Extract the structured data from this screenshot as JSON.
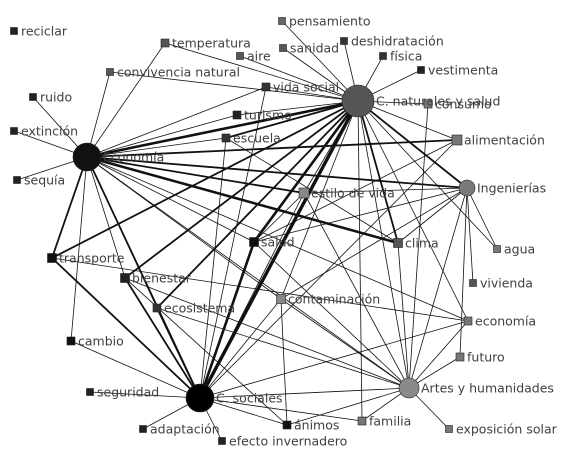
{
  "nodes": [
    {
      "id": "reciclar",
      "label": "reciclar",
      "kind": "term",
      "shade": "#222222"
    },
    {
      "id": "temperatura",
      "label": "temperatura",
      "kind": "term",
      "shade": "#555555"
    },
    {
      "id": "pensamiento",
      "label": "pensamiento",
      "kind": "term",
      "shade": "#666666"
    },
    {
      "id": "deshidratacion",
      "label": "deshidratación",
      "kind": "term",
      "shade": "#333333"
    },
    {
      "id": "sanidad",
      "label": "sanidad",
      "kind": "term",
      "shade": "#555555"
    },
    {
      "id": "aire",
      "label": "aire",
      "kind": "term",
      "shade": "#555555"
    },
    {
      "id": "fisica",
      "label": "física",
      "kind": "term",
      "shade": "#333333"
    },
    {
      "id": "vestimenta",
      "label": "vestimenta",
      "kind": "term",
      "shade": "#222222"
    },
    {
      "id": "convivencia",
      "label": "convivencia natural",
      "kind": "term",
      "shade": "#555555"
    },
    {
      "id": "vidasocial",
      "label": "vida social",
      "kind": "term",
      "shade": "#333333"
    },
    {
      "id": "cnaturales",
      "label": "C. naturales y salud",
      "kind": "hub",
      "shade": "#555555"
    },
    {
      "id": "consumo",
      "label": "consumo",
      "kind": "term",
      "shade": "#777777"
    },
    {
      "id": "ruido",
      "label": "ruido",
      "kind": "term",
      "shade": "#222222"
    },
    {
      "id": "turismo",
      "label": "turismo",
      "kind": "term",
      "shade": "#222222"
    },
    {
      "id": "extincion",
      "label": "extinción",
      "kind": "term",
      "shade": "#222222"
    },
    {
      "id": "escuela",
      "label": "escuela",
      "kind": "term",
      "shade": "#333333"
    },
    {
      "id": "alimentacion",
      "label": "alimentación",
      "kind": "term",
      "shade": "#777777"
    },
    {
      "id": "economia_hub",
      "label": "Economía",
      "kind": "hub",
      "shade": "#111111"
    },
    {
      "id": "sequia",
      "label": "sequía",
      "kind": "term",
      "shade": "#222222"
    },
    {
      "id": "ingenierias",
      "label": "Ingenierías",
      "kind": "hub",
      "shade": "#7a7a7a"
    },
    {
      "id": "estilovida",
      "label": "estilo de vida",
      "kind": "term",
      "shade": "#888888"
    },
    {
      "id": "salud",
      "label": "salud",
      "kind": "term",
      "shade": "#111111"
    },
    {
      "id": "clima",
      "label": "clima",
      "kind": "term",
      "shade": "#555555"
    },
    {
      "id": "agua",
      "label": "agua",
      "kind": "term",
      "shade": "#777777"
    },
    {
      "id": "transporte",
      "label": "transporte",
      "kind": "term",
      "shade": "#111111"
    },
    {
      "id": "bienestar",
      "label": "bienestar",
      "kind": "term",
      "shade": "#222222"
    },
    {
      "id": "vivienda",
      "label": "vivienda",
      "kind": "term",
      "shade": "#555555"
    },
    {
      "id": "contaminacion",
      "label": "contaminación",
      "kind": "term",
      "shade": "#888888"
    },
    {
      "id": "ecosistema",
      "label": "ecosistema",
      "kind": "term",
      "shade": "#333333"
    },
    {
      "id": "economia_term",
      "label": "economía",
      "kind": "term",
      "shade": "#777777"
    },
    {
      "id": "cambio",
      "label": "cambio",
      "kind": "term",
      "shade": "#111111"
    },
    {
      "id": "futuro",
      "label": "futuro",
      "kind": "term",
      "shade": "#777777"
    },
    {
      "id": "seguridad",
      "label": "seguridad",
      "kind": "term",
      "shade": "#222222"
    },
    {
      "id": "csociales",
      "label": "C. sociales",
      "kind": "hub",
      "shade": "#000000"
    },
    {
      "id": "artes",
      "label": "Artes y humanidades",
      "kind": "hub",
      "shade": "#8a8a8a"
    },
    {
      "id": "animos",
      "label": "ánimos",
      "kind": "term",
      "shade": "#111111"
    },
    {
      "id": "familia",
      "label": "familia",
      "kind": "term",
      "shade": "#777777"
    },
    {
      "id": "adaptacion",
      "label": "adaptación",
      "kind": "term",
      "shade": "#222222"
    },
    {
      "id": "exposicion",
      "label": "exposición solar",
      "kind": "term",
      "shade": "#777777"
    },
    {
      "id": "efecto",
      "label": "efecto invernadero",
      "kind": "term",
      "shade": "#222222"
    }
  ],
  "edges": [
    {
      "from": "cnaturales",
      "to": "csociales",
      "weight": 4
    },
    {
      "from": "cnaturales",
      "to": "economia_hub",
      "weight": 3
    },
    {
      "from": "cnaturales",
      "to": "salud",
      "weight": 3
    },
    {
      "from": "cnaturales",
      "to": "escuela",
      "weight": 2
    },
    {
      "from": "cnaturales",
      "to": "temperatura",
      "weight": 1
    },
    {
      "from": "cnaturales",
      "to": "pensamiento",
      "weight": 1
    },
    {
      "from": "cnaturales",
      "to": "deshidratacion",
      "weight": 1
    },
    {
      "from": "cnaturales",
      "to": "sanidad",
      "weight": 1
    },
    {
      "from": "cnaturales",
      "to": "aire",
      "weight": 1
    },
    {
      "from": "cnaturales",
      "to": "fisica",
      "weight": 1
    },
    {
      "from": "cnaturales",
      "to": "vestimenta",
      "weight": 1
    },
    {
      "from": "cnaturales",
      "to": "convivencia",
      "weight": 1
    },
    {
      "from": "cnaturales",
      "to": "vidasocial",
      "weight": 1
    },
    {
      "from": "cnaturales",
      "to": "consumo",
      "weight": 1
    },
    {
      "from": "cnaturales",
      "to": "turismo",
      "weight": 1
    },
    {
      "from": "cnaturales",
      "to": "alimentacion",
      "weight": 1
    },
    {
      "from": "cnaturales",
      "to": "ingenierias",
      "weight": 2
    },
    {
      "from": "cnaturales",
      "to": "estilovida",
      "weight": 1
    },
    {
      "from": "cnaturales",
      "to": "clima",
      "weight": 2
    },
    {
      "from": "cnaturales",
      "to": "agua",
      "weight": 1
    },
    {
      "from": "cnaturales",
      "to": "transporte",
      "weight": 2
    },
    {
      "from": "cnaturales",
      "to": "bienestar",
      "weight": 2
    },
    {
      "from": "cnaturales",
      "to": "contaminacion",
      "weight": 1
    },
    {
      "from": "cnaturales",
      "to": "ecosistema",
      "weight": 2
    },
    {
      "from": "cnaturales",
      "to": "artes",
      "weight": 1
    },
    {
      "from": "cnaturales",
      "to": "familia",
      "weight": 1
    },
    {
      "from": "cnaturales",
      "to": "economia_term",
      "weight": 1
    },
    {
      "from": "economia_hub",
      "to": "temperatura",
      "weight": 1
    },
    {
      "from": "economia_hub",
      "to": "convivencia",
      "weight": 1
    },
    {
      "from": "economia_hub",
      "to": "vidasocial",
      "weight": 1
    },
    {
      "from": "economia_hub",
      "to": "escuela",
      "weight": 1
    },
    {
      "from": "economia_hub",
      "to": "turismo",
      "weight": 1
    },
    {
      "from": "economia_hub",
      "to": "alimentacion",
      "weight": 2
    },
    {
      "from": "economia_hub",
      "to": "ingenierias",
      "weight": 2
    },
    {
      "from": "economia_hub",
      "to": "estilovida",
      "weight": 2
    },
    {
      "from": "economia_hub",
      "to": "clima",
      "weight": 3
    },
    {
      "from": "economia_hub",
      "to": "salud",
      "weight": 1
    },
    {
      "from": "economia_hub",
      "to": "transporte",
      "weight": 2
    },
    {
      "from": "economia_hub",
      "to": "bienestar",
      "weight": 1
    },
    {
      "from": "economia_hub",
      "to": "ecosistema",
      "weight": 1
    },
    {
      "from": "economia_hub",
      "to": "contaminacion",
      "weight": 1
    },
    {
      "from": "economia_hub",
      "to": "csociales",
      "weight": 2
    },
    {
      "from": "economia_hub",
      "to": "artes",
      "weight": 1
    },
    {
      "from": "economia_hub",
      "to": "economia_term",
      "weight": 1
    },
    {
      "from": "economia_hub",
      "to": "ruido",
      "weight": 1
    },
    {
      "from": "economia_hub",
      "to": "extincion",
      "weight": 1
    },
    {
      "from": "economia_hub",
      "to": "sequia",
      "weight": 1
    },
    {
      "from": "economia_hub",
      "to": "cambio",
      "weight": 1
    },
    {
      "from": "csociales",
      "to": "transporte",
      "weight": 2
    },
    {
      "from": "csociales",
      "to": "bienestar",
      "weight": 2
    },
    {
      "from": "csociales",
      "to": "ecosistema",
      "weight": 2
    },
    {
      "from": "csociales",
      "to": "salud",
      "weight": 3
    },
    {
      "from": "csociales",
      "to": "cambio",
      "weight": 1
    },
    {
      "from": "csociales",
      "to": "seguridad",
      "weight": 1
    },
    {
      "from": "csociales",
      "to": "adaptacion",
      "weight": 1
    },
    {
      "from": "csociales",
      "to": "efecto",
      "weight": 1
    },
    {
      "from": "csociales",
      "to": "animos",
      "weight": 1
    },
    {
      "from": "csociales",
      "to": "artes",
      "weight": 1
    },
    {
      "from": "csociales",
      "to": "contaminacion",
      "weight": 1
    },
    {
      "from": "csociales",
      "to": "alimentacion",
      "weight": 1
    },
    {
      "from": "csociales",
      "to": "estilovida",
      "weight": 1
    },
    {
      "from": "csociales",
      "to": "economia_term",
      "weight": 1
    },
    {
      "from": "csociales",
      "to": "familia",
      "weight": 1
    },
    {
      "from": "csociales",
      "to": "escuela",
      "weight": 1
    },
    {
      "from": "csociales",
      "to": "vidasocial",
      "weight": 1
    },
    {
      "from": "ingenierias",
      "to": "estilovida",
      "weight": 1
    },
    {
      "from": "ingenierias",
      "to": "salud",
      "weight": 1
    },
    {
      "from": "ingenierias",
      "to": "clima",
      "weight": 1
    },
    {
      "from": "ingenierias",
      "to": "agua",
      "weight": 1
    },
    {
      "from": "ingenierias",
      "to": "vivienda",
      "weight": 1
    },
    {
      "from": "ingenierias",
      "to": "contaminacion",
      "weight": 1
    },
    {
      "from": "ingenierias",
      "to": "artes",
      "weight": 1
    },
    {
      "from": "ingenierias",
      "to": "futuro",
      "weight": 1
    },
    {
      "from": "artes",
      "to": "salud",
      "weight": 1
    },
    {
      "from": "artes",
      "to": "bienestar",
      "weight": 1
    },
    {
      "from": "artes",
      "to": "ecosistema",
      "weight": 1
    },
    {
      "from": "artes",
      "to": "contaminacion",
      "weight": 1
    },
    {
      "from": "artes",
      "to": "economia_term",
      "weight": 1
    },
    {
      "from": "artes",
      "to": "futuro",
      "weight": 1
    },
    {
      "from": "artes",
      "to": "familia",
      "weight": 1
    },
    {
      "from": "artes",
      "to": "animos",
      "weight": 1
    },
    {
      "from": "artes",
      "to": "exposicion",
      "weight": 1
    },
    {
      "from": "artes",
      "to": "clima",
      "weight": 1
    },
    {
      "from": "artes",
      "to": "estilovida",
      "weight": 1
    },
    {
      "from": "artes",
      "to": "consumo",
      "weight": 1
    },
    {
      "from": "salud",
      "to": "alimentacion",
      "weight": 1
    },
    {
      "from": "salud",
      "to": "estilovida",
      "weight": 1
    },
    {
      "from": "contaminacion",
      "to": "animos",
      "weight": 1
    },
    {
      "from": "bienestar",
      "to": "animos",
      "weight": 1
    },
    {
      "from": "transporte",
      "to": "economia_term",
      "weight": 1
    },
    {
      "from": "escuela",
      "to": "clima",
      "weight": 1
    }
  ]
}
